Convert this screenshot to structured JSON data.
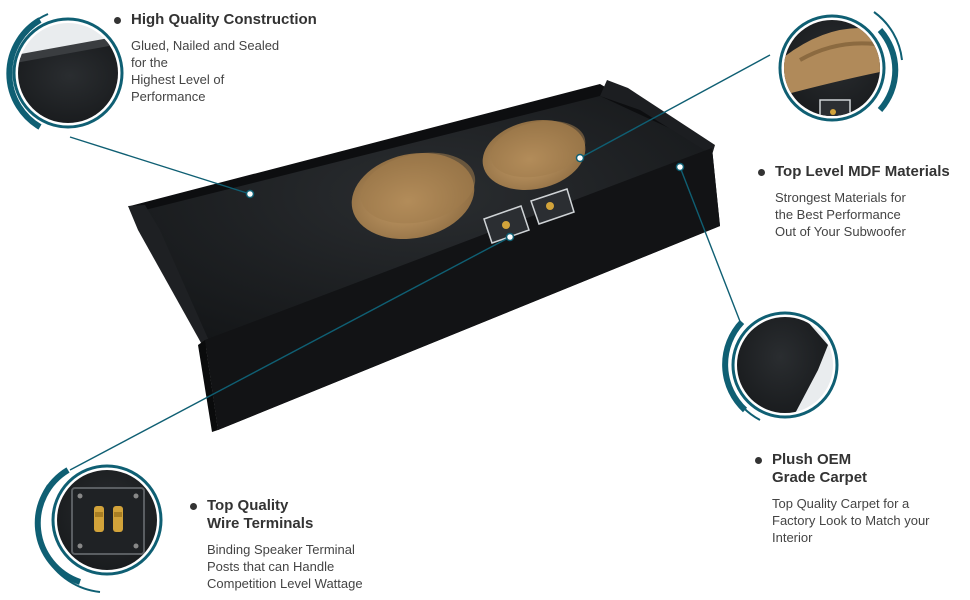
{
  "features": [
    {
      "title": "High Quality Construction",
      "description": "Glued, Nailed and Sealed\nfor the\nHighest Level of\nPerformance"
    },
    {
      "title": "Top Level MDF Materials",
      "description": "Strongest Materials for\nthe Best Performance\nOut of  Your Subwoofer"
    },
    {
      "title": "Plush OEM\nGrade Carpet",
      "description": "Top Quality Carpet for a\nFactory Look to Match your\nInterior"
    },
    {
      "title": "Top Quality\nWire Terminals",
      "description": "Binding Speaker Terminal\nPosts that can Handle\nCompetition Level Wattage"
    }
  ],
  "colors": {
    "accent": "#0f5f73",
    "box": "#17191b",
    "mdf": "#b08a5a",
    "text": "#333333"
  }
}
